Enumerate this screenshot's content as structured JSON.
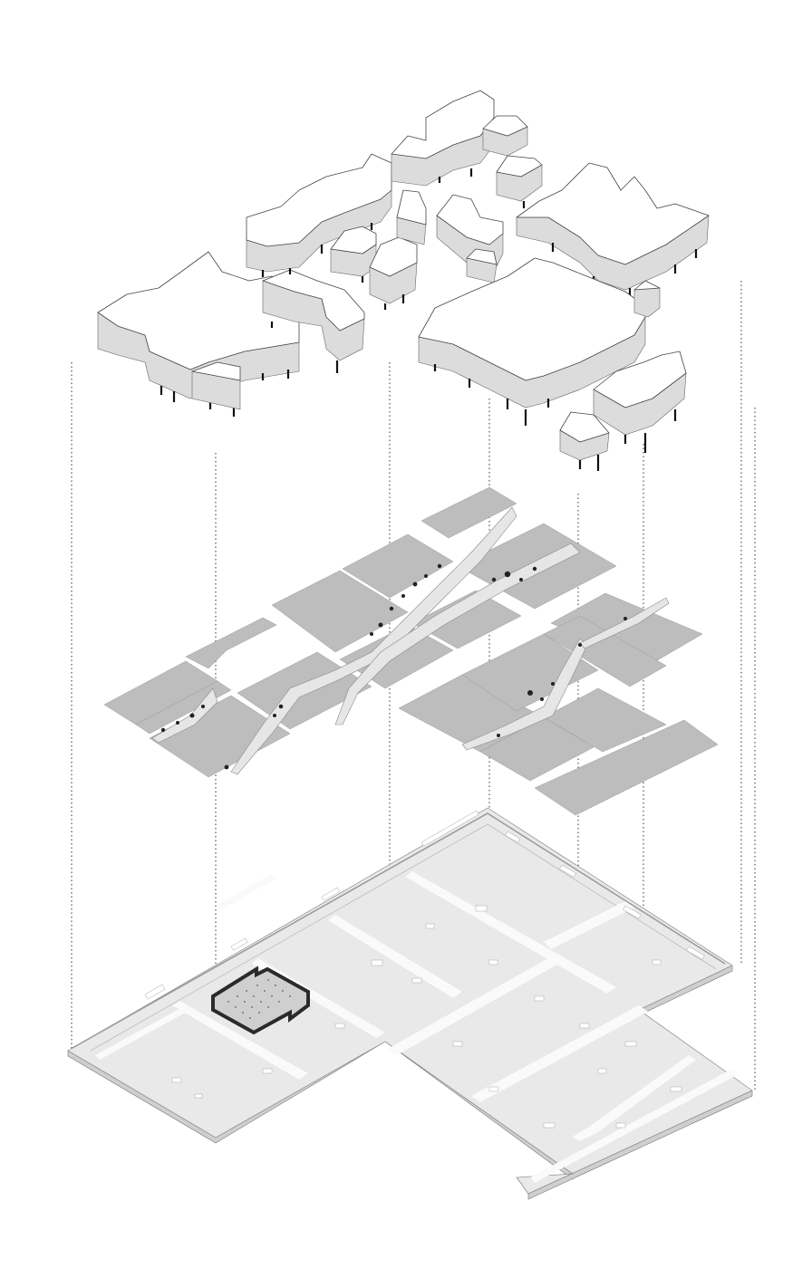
{
  "diagram": {
    "description_layers": [
      "canopy",
      "plots",
      "site_base"
    ],
    "colors": {
      "canopy_top": "#ffffff",
      "canopy_side": "#dcdcdc",
      "plot_fill": "#bdbdbd",
      "base_fill": "#e9e9e9",
      "guide_line": "#333333"
    }
  }
}
